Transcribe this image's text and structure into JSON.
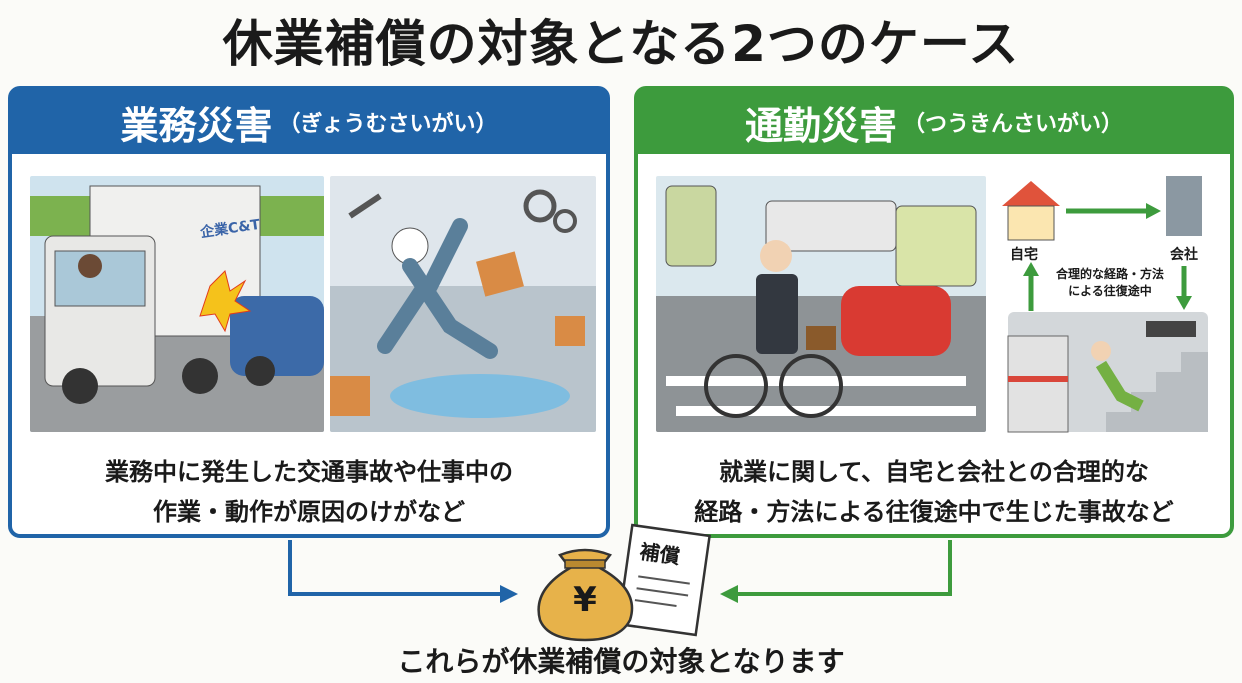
{
  "title": "休業補償の対象となる2つのケース",
  "left": {
    "heading": "業務災害",
    "reading": "（ぎょうむさいがい）",
    "truck_label": "企業C&T",
    "desc": [
      "業務中に発生した交通事故や仕事中の",
      "作業・動作が原因のけがなど"
    ]
  },
  "right": {
    "heading": "通勤災害",
    "reading": "（つうきんさいがい）",
    "home_label": "自宅",
    "office_label": "会社",
    "route_label": [
      "合理的な経路・方法",
      "による往復途中"
    ],
    "desc": [
      "就業に関して、自宅と会社との合理的な",
      "経路・方法による往復途中で生じた事故など"
    ]
  },
  "document_label": "補償",
  "yen_symbol": "¥",
  "footer": "これらが休業補償の対象となります",
  "colors": {
    "blue": "#2064a8",
    "green": "#3d9b3d"
  }
}
